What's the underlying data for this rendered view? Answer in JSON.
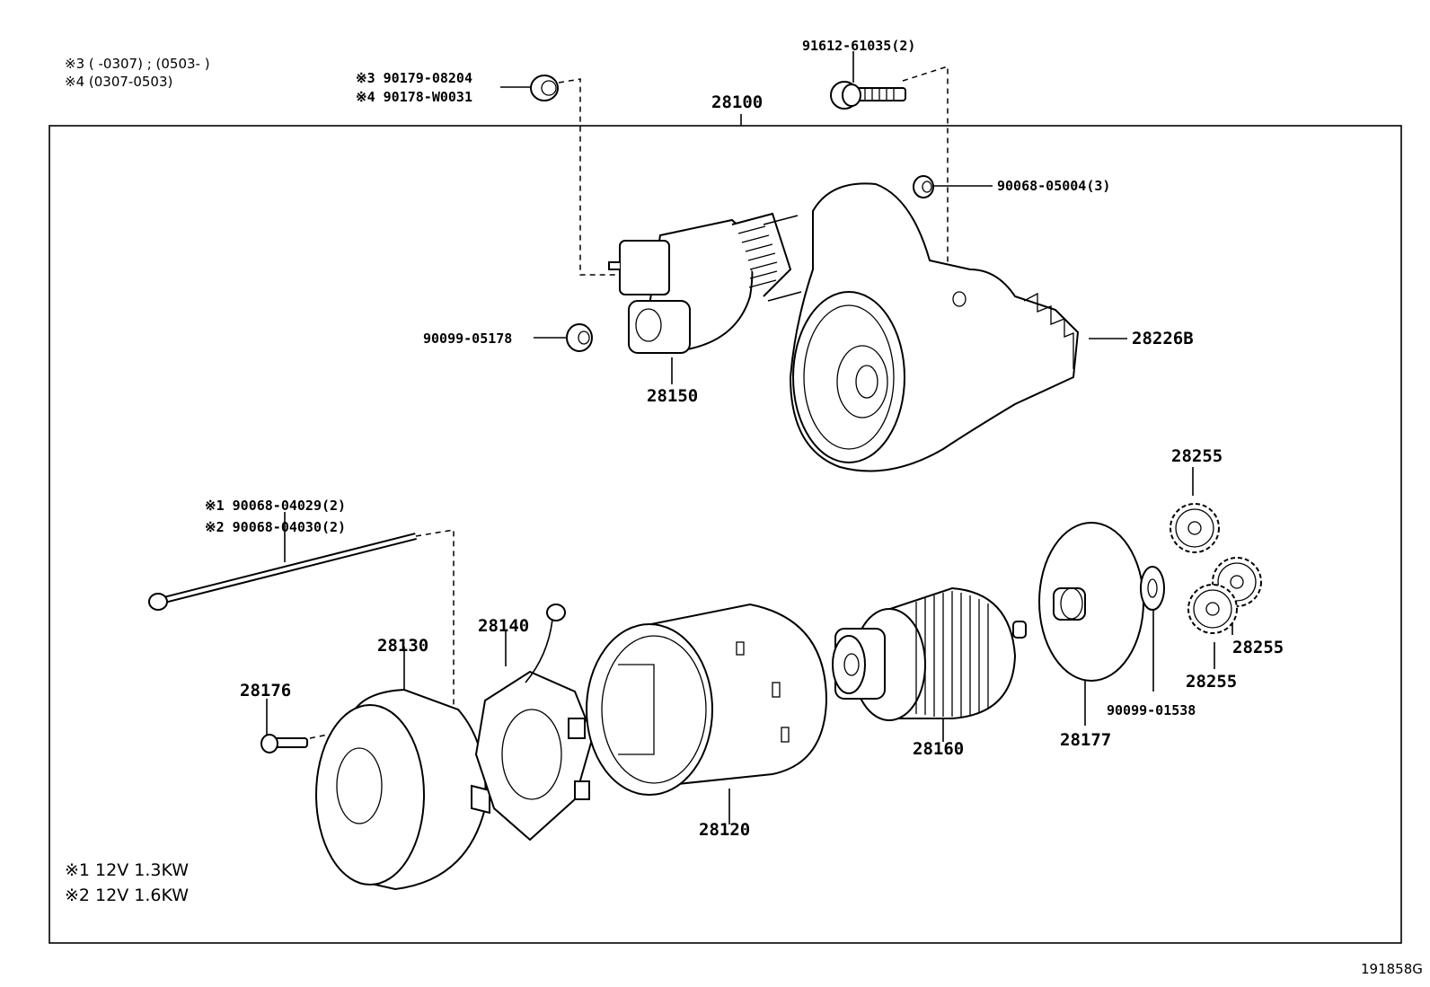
{
  "notes": {
    "ref3": "※3 (      -0307) ; (0503-      )",
    "ref4": "※4 (0307-0503)",
    "spec1": "※1  12V  1.3KW",
    "spec2": "※2  12V  1.6KW"
  },
  "image_id": "191858G",
  "labels": {
    "p28100": "28100",
    "p91612": "91612-61035(2)",
    "p90179": "※3 90179-08204",
    "p90178": "※4 90178-W0031",
    "p90068_05004": "90068-05004(3)",
    "p90099_05178": "90099-05178",
    "p28150": "28150",
    "p28226b": "28226B",
    "p90068_04029": "※1 90068-04029(2)",
    "p90068_04030": "※2 90068-04030(2)",
    "p28130": "28130",
    "p28140": "28140",
    "p28176": "28176",
    "p28120": "28120",
    "p28160": "28160",
    "p28177": "28177",
    "p90099_01538": "90099-01538",
    "p28255_top": "28255",
    "p28255_right": "28255",
    "p28255_bottom": "28255"
  }
}
